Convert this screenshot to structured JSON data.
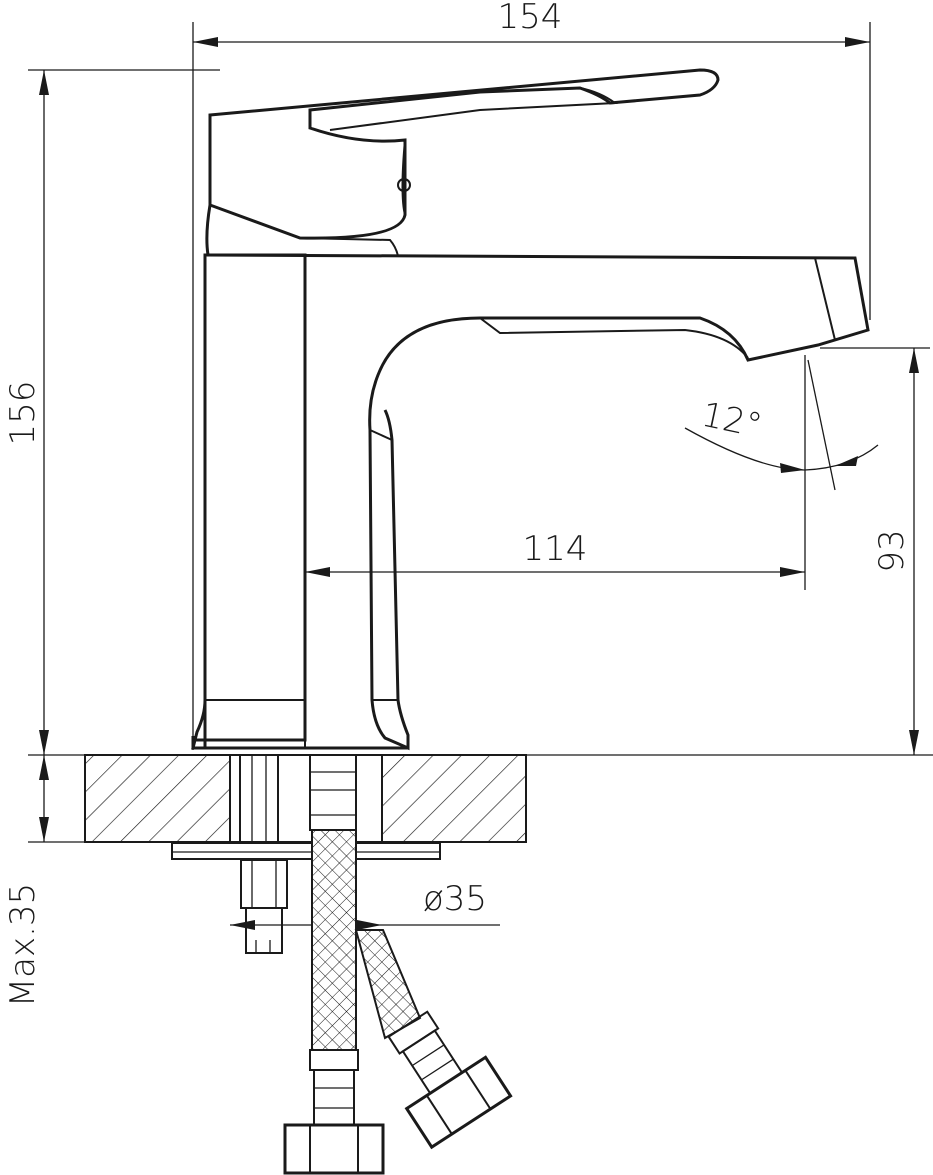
{
  "drawing": {
    "dimensions": {
      "overall_width": "154",
      "overall_height": "156",
      "spout_reach": "114",
      "spout_height": "93",
      "spout_angle": "12°",
      "hole_diameter": "ø35",
      "max_counter_thickness": "Max.35"
    }
  }
}
